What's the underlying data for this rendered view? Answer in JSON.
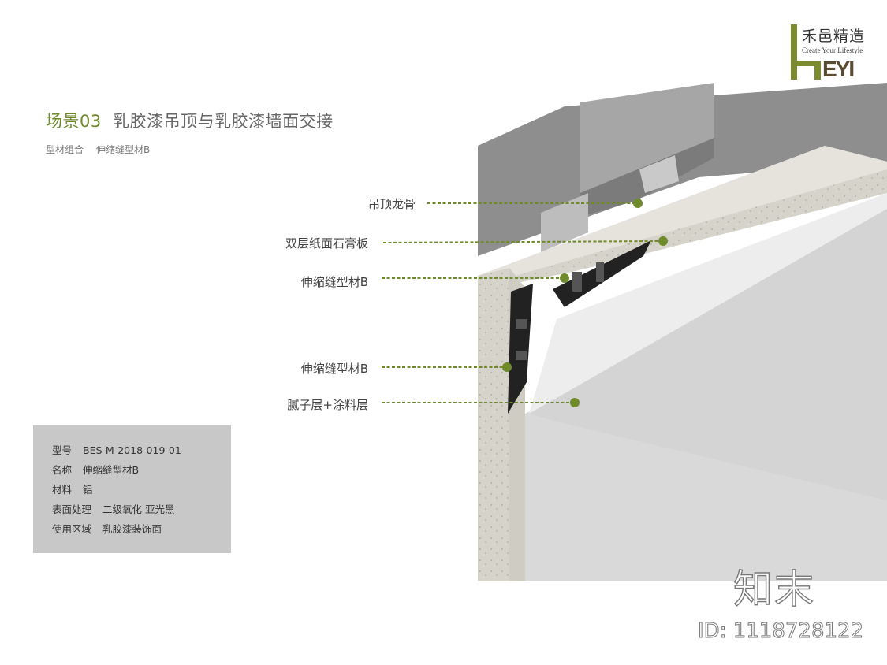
{
  "header": {
    "scene_label": "场景03",
    "title": "乳胶漆吊顶与乳胶漆墙面交接",
    "subtitle": [
      "型材组合",
      "伸缩缝型材B"
    ]
  },
  "logo": {
    "chinese": "禾邑精造",
    "tagline": "Create Your Lifestyle",
    "letters": "HEYI",
    "brand_color": "#7a8c2e"
  },
  "callouts": [
    {
      "label": "吊顶龙骨"
    },
    {
      "label": "双层纸面石膏板"
    },
    {
      "label": "伸缩缝型材B"
    },
    {
      "label": "伸缩缝型材B"
    },
    {
      "label": "腻子层+涂料层"
    }
  ],
  "callout_color": "#6f8a2a",
  "info": [
    {
      "key": "型号",
      "value": "BES-M-2018-019-01"
    },
    {
      "key": "名称",
      "value": "伸缩缝型材B"
    },
    {
      "key": "材料",
      "value": "铝"
    },
    {
      "key": "表面处理",
      "value": "二级氧化 亚光黑"
    },
    {
      "key": "使用区域",
      "value": "乳胶漆装饰面"
    }
  ],
  "watermark": {
    "site": "知末",
    "id": "ID: 1118728122"
  }
}
